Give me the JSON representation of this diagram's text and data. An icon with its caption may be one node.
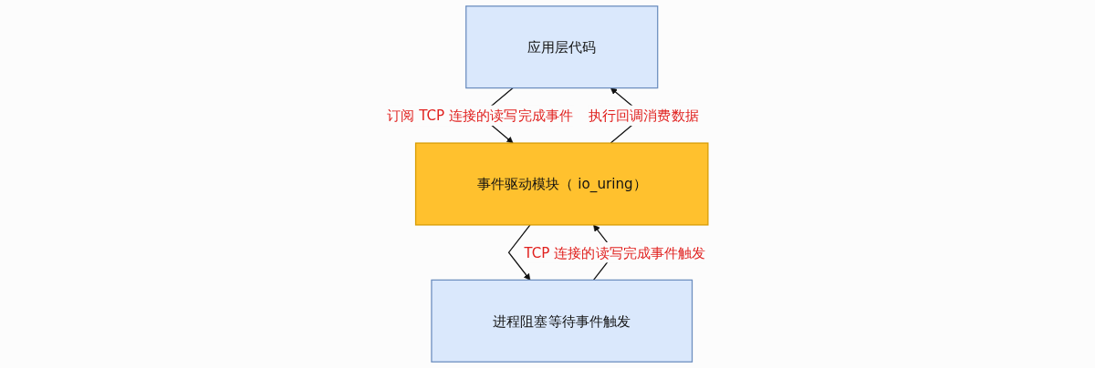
{
  "diagram": {
    "nodes": [
      {
        "text": [
          "应用层代码"
        ]
      },
      {
        "text": [
          "事件驱动模块（ io_uring）"
        ]
      },
      {
        "text": [
          "进程阻塞等待事件触发"
        ]
      }
    ],
    "edges": [
      {
        "from": 0,
        "to": 1,
        "arrow": "to",
        "label": "订阅 TCP 连接的读写完成事件"
      },
      {
        "from": 1,
        "to": 0,
        "arrow": "to",
        "label": "执行回调消费数据"
      },
      {
        "from": 1,
        "to": 2,
        "arrow": "to"
      },
      {
        "from": 2,
        "to": 1,
        "arrow": "to",
        "label": "TCP 连接的读写完成事件触发"
      }
    ]
  }
}
